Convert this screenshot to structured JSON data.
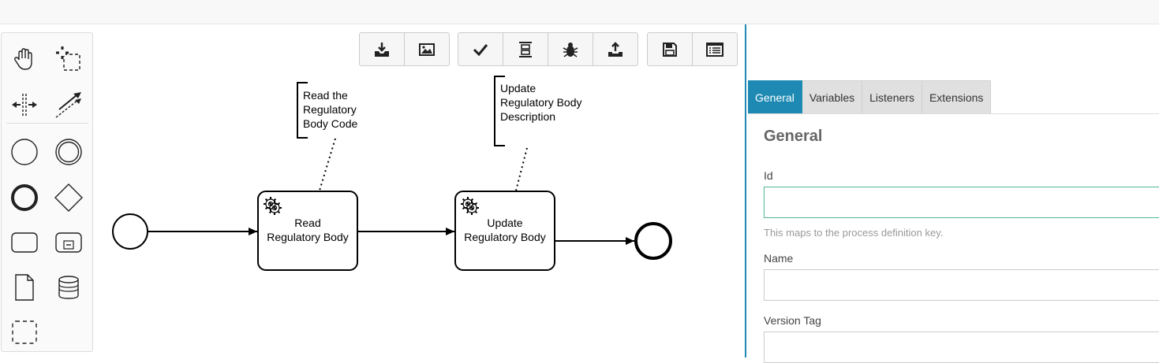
{
  "palette": {
    "tools": [
      {
        "name": "hand-tool",
        "icon": "hand-icon"
      },
      {
        "name": "lasso-tool",
        "icon": "lasso-icon"
      },
      {
        "name": "space-tool",
        "icon": "space-icon"
      },
      {
        "name": "global-connect-tool",
        "icon": "connect-icon"
      },
      {
        "name": "start-event",
        "icon": "circle-icon"
      },
      {
        "name": "intermediate-event",
        "icon": "double-circle-icon"
      },
      {
        "name": "end-event",
        "icon": "bold-circle-icon"
      },
      {
        "name": "gateway",
        "icon": "diamond-icon"
      },
      {
        "name": "task",
        "icon": "rounded-rect-icon"
      },
      {
        "name": "subprocess",
        "icon": "subprocess-icon"
      },
      {
        "name": "data-object",
        "icon": "document-icon"
      },
      {
        "name": "data-store",
        "icon": "database-icon"
      },
      {
        "name": "group",
        "icon": "dashed-rect-icon"
      }
    ]
  },
  "toolbar": {
    "groups": [
      [
        "download-icon",
        "image-icon"
      ],
      [
        "check-icon",
        "align-icon",
        "bug-icon",
        "upload-icon"
      ],
      [
        "save-icon",
        "list-icon"
      ]
    ]
  },
  "diagram": {
    "annotations": [
      {
        "lines": [
          "Read the",
          "Regulatory",
          "Body Code"
        ]
      },
      {
        "lines": [
          "Update",
          "Regulatory Body",
          "Description"
        ]
      }
    ],
    "tasks": [
      {
        "lines": [
          "Read",
          "Regulatory Body"
        ]
      },
      {
        "lines": [
          "Update",
          "Regulatory Body"
        ]
      }
    ]
  },
  "properties": {
    "tabs": [
      "General",
      "Variables",
      "Listeners",
      "Extensions"
    ],
    "active_tab": "General",
    "section_title": "General",
    "fields": {
      "id_label": "Id",
      "id_value": "",
      "id_hint": "This maps to the process definition key.",
      "name_label": "Name",
      "name_value": "",
      "version_label": "Version Tag",
      "version_value": ""
    },
    "accent_color": "#1e8ab3",
    "focus_color": "#52b68f"
  }
}
